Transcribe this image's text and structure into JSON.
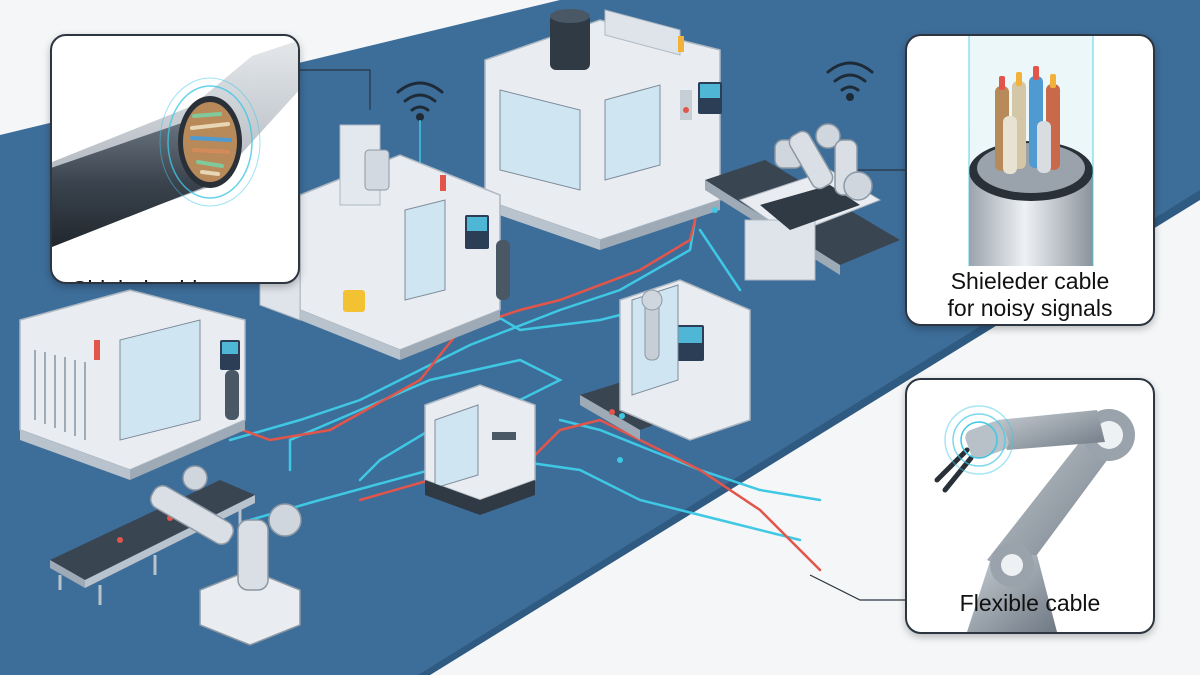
{
  "callouts": {
    "shielded": {
      "label": "Shieled cable",
      "icon": "shielded-cable-icon"
    },
    "noisy": {
      "label_line1": "Shieleder cable",
      "label_line2": "for noisy signals",
      "icon": "multicore-cable-icon"
    },
    "flexible": {
      "label": "Flexible cable",
      "icon": "robot-arm-icon"
    }
  },
  "colors": {
    "floor": "#3d6d99",
    "background": "#f4f6f8",
    "signal_cyan": "#3fc8e4",
    "power_red": "#e2554a",
    "machine_body": "#e9edf1",
    "machine_shadow": "#b9c3cd",
    "screen": "#2c3e55"
  }
}
